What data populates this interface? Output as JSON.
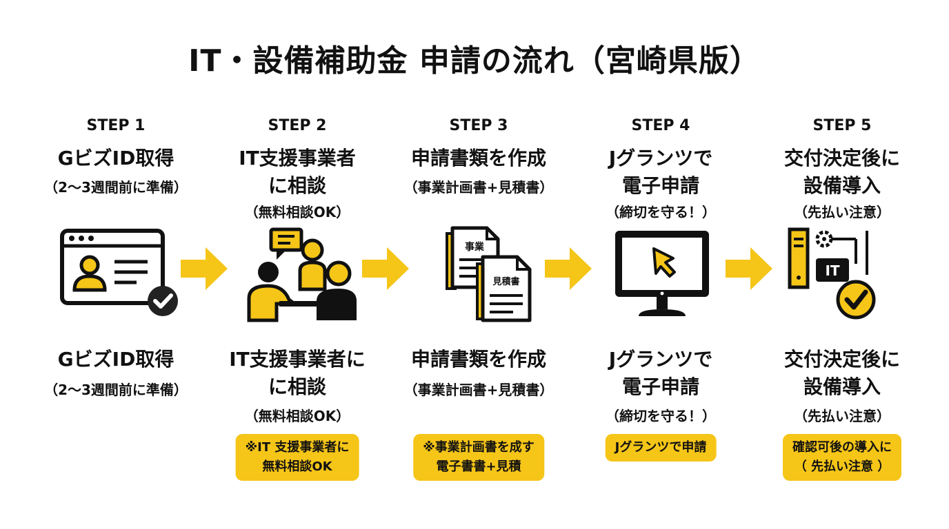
{
  "title": "IT・設備補助金 申請の流れ（宮崎県版）",
  "colors": {
    "accent": "#f5c518",
    "ink": "#111111"
  },
  "steps": [
    {
      "step": "STEP 1",
      "top_title": [
        "Gビズ​ID取得"
      ],
      "top_sub": "（2〜3週間前に準備）",
      "icon": "id-card-check-icon",
      "bottom_title": [
        "GビズID取得"
      ],
      "bottom_sub": "（2〜3週間前に準備）",
      "note": []
    },
    {
      "step": "STEP 2",
      "top_title": [
        "IT支援事業者",
        "に相談"
      ],
      "top_sub": "（無料相談OK）",
      "icon": "consultation-people-icon",
      "bottom_title": [
        "IT支援事業者に",
        "に相談"
      ],
      "bottom_sub": "（無料相談OK）",
      "note": [
        "※IT 支援事業者に",
        "無料相談OK"
      ]
    },
    {
      "step": "STEP 3",
      "top_title": [
        "申請書類を作成"
      ],
      "top_sub": "（事業計画書+見積書）",
      "icon": "documents-icon",
      "icon_doc1": "事業",
      "icon_doc2": "見積書",
      "bottom_title": [
        "申請書類を作成"
      ],
      "bottom_sub": "（事業計画書+見積書）",
      "note": [
        "※事業計画書を成す",
        "電子書書+見積"
      ]
    },
    {
      "step": "STEP 4",
      "top_title": [
        "Jグランツで",
        "電子申請"
      ],
      "top_sub": "（締切を守る！）",
      "icon": "monitor-cursor-icon",
      "bottom_title": [
        "Jグランツで",
        "電子申請"
      ],
      "bottom_sub": "（締切を守る！）",
      "note": [
        "Jグランツで申請"
      ]
    },
    {
      "step": "STEP 5",
      "top_title": [
        "交付決定後に",
        "設備導入"
      ],
      "top_sub": "（先払い注意）",
      "icon": "it-equipment-check-icon",
      "icon_label": "IT",
      "bottom_title": [
        "交付決定後に",
        "設備導入"
      ],
      "bottom_sub": "（先払い注意）",
      "note": [
        "確認可後の導入に",
        "（ 先払い注意 ）"
      ]
    }
  ]
}
